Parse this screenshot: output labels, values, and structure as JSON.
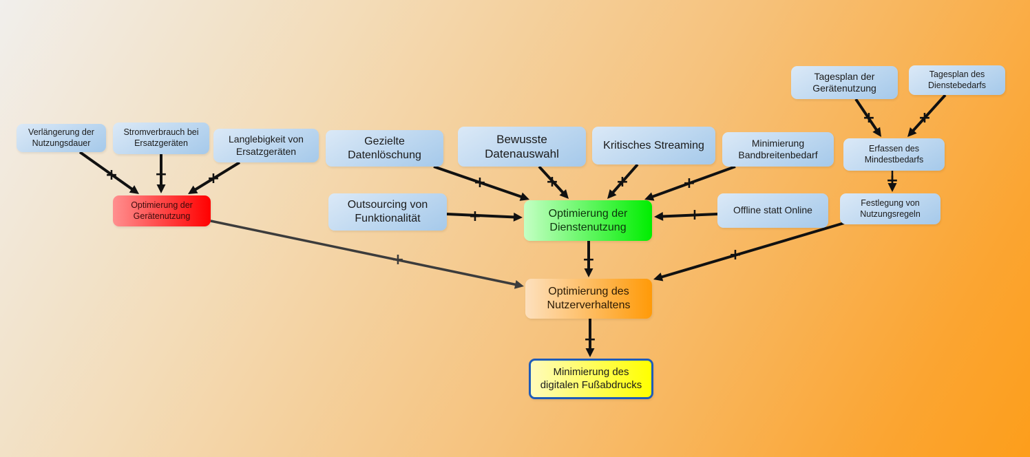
{
  "nodes": {
    "verlaengerung": "Verlängerung der Nutzungsdauer",
    "stromverbrauch": "Stromverbrauch bei Ersatzgeräten",
    "langlebigkeit": "Langlebigkeit von Ersatzgeräten",
    "optimierung_geraet": "Optimierung der Gerätenutzung",
    "gezielte": "Gezielte Datenlöschung",
    "bewusste": "Bewusste Datenauswahl",
    "kritisches": "Kritisches Streaming",
    "minimierung_bb": "Minimierung Bandbreitenbedarf",
    "outsourcing": "Outsourcing von Funktionalität",
    "optimierung_dienst": "Optimierung der Dienstenutzung",
    "offline": "Offline statt Online",
    "tagesplan_geraet": "Tagesplan der Gerätenutzung",
    "tagesplan_dienst": "Tagesplan des Dienstebedarfs",
    "erfassen": "Erfassen des Mindestbedarfs",
    "festlegung": "Festlegung von Nutzungsregeln",
    "optimierung_nutzer": "Optimierung des Nutzerverhaltens",
    "minimierung_fuss": "Minimierung des digitalen Fußabdrucks"
  },
  "edge_sign": "+",
  "colors": {
    "default_node": "#a5c9ea",
    "geraet_node": "#ff0000",
    "dienst_node": "#00ee00",
    "nutzer_node": "#ff9a08",
    "goal_node": "#ffff00",
    "goal_border": "#1f5cb8",
    "edge": "#111111",
    "edge_grey": "#3c3c3c"
  }
}
